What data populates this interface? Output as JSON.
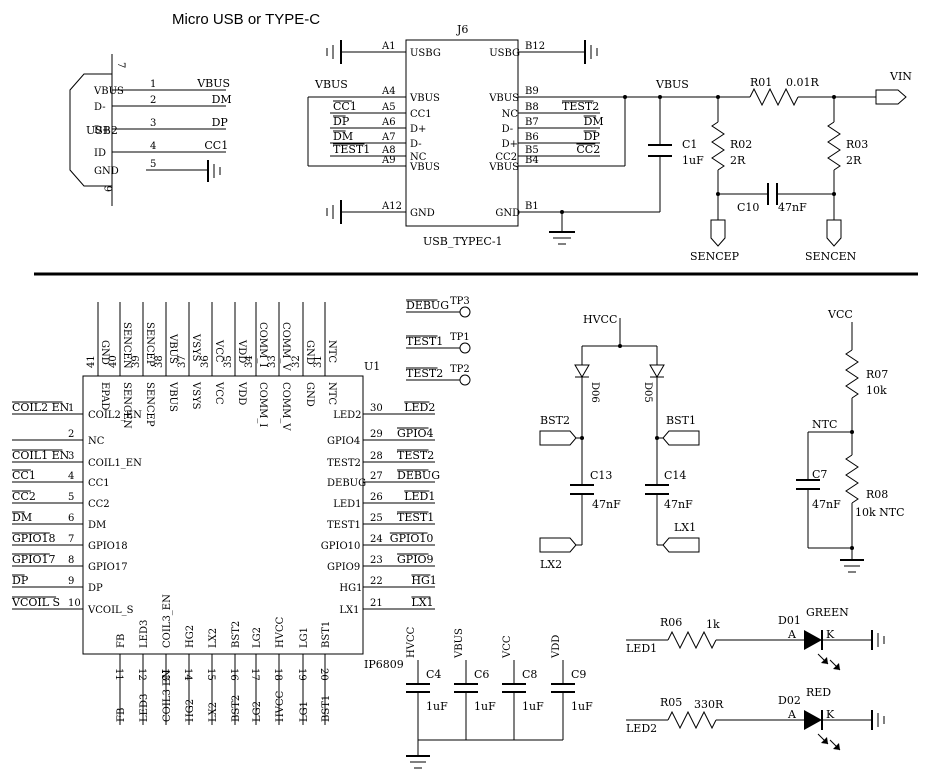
{
  "title": "Micro USB or TYPE-C",
  "usb2": {
    "ref": "USB2",
    "pin7": "7",
    "pin6": "6",
    "pins": [
      {
        "num": "1",
        "name": "VBUS",
        "net": "VBUS"
      },
      {
        "num": "2",
        "name": "D-",
        "net": "DM"
      },
      {
        "num": "3",
        "name": "D+",
        "net": "DP"
      },
      {
        "num": "4",
        "name": "ID",
        "net": "CC1"
      },
      {
        "num": "5",
        "name": "GND",
        "net": ""
      }
    ]
  },
  "j6": {
    "ref": "J6",
    "part": "USB_TYPEC-1",
    "left": [
      {
        "num": "A1",
        "name": "USBG",
        "net": ""
      },
      {
        "num": "A4",
        "name": "VBUS",
        "net": "VBUS"
      },
      {
        "num": "A5",
        "name": "CC1",
        "net": "CC1"
      },
      {
        "num": "A6",
        "name": "D+",
        "net": "DP"
      },
      {
        "num": "A7",
        "name": "D-",
        "net": "DM"
      },
      {
        "num": "A8",
        "name": "NC",
        "net": "TEST1"
      },
      {
        "num": "A9",
        "name": "VBUS",
        "net": ""
      },
      {
        "num": "A12",
        "name": "GND",
        "net": ""
      }
    ],
    "right": [
      {
        "num": "B12",
        "name": "USBG",
        "net": ""
      },
      {
        "num": "B9",
        "name": "VBUS",
        "net": ""
      },
      {
        "num": "B8",
        "name": "NC",
        "net": "TEST2"
      },
      {
        "num": "B7",
        "name": "D-",
        "net": "DM"
      },
      {
        "num": "B6",
        "name": "D+",
        "net": "DP"
      },
      {
        "num": "B5",
        "name": "CC2",
        "net": "CC2"
      },
      {
        "num": "B4",
        "name": "VBUS",
        "net": ""
      },
      {
        "num": "B1",
        "name": "GND",
        "net": ""
      }
    ]
  },
  "sense": {
    "vbus": "VBUS",
    "c1_ref": "C1",
    "c1_val": "1uF",
    "r01_ref": "R01",
    "r01_val": "0.01R",
    "r02_ref": "R02",
    "r02_val": "2R",
    "r03_ref": "R03",
    "r03_val": "2R",
    "c10_ref": "C10",
    "c10_val": "47nF",
    "vin": "VIN",
    "sencep": "SENCEP",
    "sencen": "SENCEN"
  },
  "u1": {
    "ref": "U1",
    "part": "IP6809",
    "top": [
      {
        "num": "41",
        "name": "EPAD",
        "net": "GND"
      },
      {
        "num": "40",
        "name": "SENCEN",
        "net": "SENCEN"
      },
      {
        "num": "39",
        "name": "SENCEP",
        "net": "SENCEP"
      },
      {
        "num": "38",
        "name": "VBUS",
        "net": "VBUS"
      },
      {
        "num": "37",
        "name": "VSYS",
        "net": "VSYS"
      },
      {
        "num": "36",
        "name": "VCC",
        "net": "VCC"
      },
      {
        "num": "35",
        "name": "VDD",
        "net": "VDD"
      },
      {
        "num": "34",
        "name": "COMM_I",
        "net": "COMM_I"
      },
      {
        "num": "33",
        "name": "COMM_V",
        "net": "COMM_V"
      },
      {
        "num": "32",
        "name": "GND",
        "net": "GND"
      },
      {
        "num": "31",
        "name": "NTC",
        "net": "NTC"
      }
    ],
    "left": [
      {
        "num": "1",
        "name": "COIL2_EN",
        "net": "COIL2 EN"
      },
      {
        "num": "2",
        "name": "NC",
        "net": ""
      },
      {
        "num": "3",
        "name": "COIL1_EN",
        "net": "COIL1 EN"
      },
      {
        "num": "4",
        "name": "CC1",
        "net": "CC1"
      },
      {
        "num": "5",
        "name": "CC2",
        "net": "CC2"
      },
      {
        "num": "6",
        "name": "DM",
        "net": "DM"
      },
      {
        "num": "7",
        "name": "GPIO18",
        "net": "GPIO18"
      },
      {
        "num": "8",
        "name": "GPIO17",
        "net": "GPIO17"
      },
      {
        "num": "9",
        "name": "DP",
        "net": "DP"
      },
      {
        "num": "10",
        "name": "VCOIL_S",
        "net": "VCOIL S"
      }
    ],
    "right": [
      {
        "num": "30",
        "name": "LED2",
        "net": "LED2"
      },
      {
        "num": "29",
        "name": "GPIO4",
        "net": "GPIO4"
      },
      {
        "num": "28",
        "name": "TEST2",
        "net": "TEST2"
      },
      {
        "num": "27",
        "name": "DEBUG",
        "net": "DEBUG"
      },
      {
        "num": "26",
        "name": "LED1",
        "net": "LED1"
      },
      {
        "num": "25",
        "name": "TEST1",
        "net": "TEST1"
      },
      {
        "num": "24",
        "name": "GPIO10",
        "net": "GPIO10"
      },
      {
        "num": "23",
        "name": "GPIO9",
        "net": "GPIO9"
      },
      {
        "num": "22",
        "name": "HG1",
        "net": "HG1"
      },
      {
        "num": "21",
        "name": "LX1",
        "net": "LX1"
      }
    ],
    "bottom": [
      {
        "num": "11",
        "name": "FB",
        "net": "FB"
      },
      {
        "num": "12",
        "name": "LED3",
        "net": "LED3"
      },
      {
        "num": "13",
        "name": "COIL3_EN",
        "net": "COIL3 EN"
      },
      {
        "num": "14",
        "name": "HG2",
        "net": "HG2"
      },
      {
        "num": "15",
        "name": "LX2",
        "net": "LX2"
      },
      {
        "num": "16",
        "name": "BST2",
        "net": "BST2"
      },
      {
        "num": "17",
        "name": "LG2",
        "net": "LG2"
      },
      {
        "num": "18",
        "name": "HVCC",
        "net": "HVCC"
      },
      {
        "num": "19",
        "name": "LG1",
        "net": "LG1"
      },
      {
        "num": "20",
        "name": "BST1",
        "net": "BST1"
      }
    ]
  },
  "testpoints": [
    {
      "net": "DEBUG",
      "ref": "TP3"
    },
    {
      "net": "TEST1",
      "ref": "TP1"
    },
    {
      "net": "TEST2",
      "ref": "TP2"
    }
  ],
  "boot": {
    "hvcc": "HVCC",
    "d06": "D06",
    "d05": "D05",
    "bst2": "BST2",
    "bst1": "BST1",
    "c13_ref": "C13",
    "c13_val": "47nF",
    "c14_ref": "C14",
    "c14_val": "47nF",
    "lx2": "LX2",
    "lx1": "LX1"
  },
  "ntc": {
    "vcc": "VCC",
    "r07_ref": "R07",
    "r07_val": "10k",
    "net": "NTC",
    "c7_ref": "C7",
    "c7_val": "47nF",
    "r08_ref": "R08",
    "r08_val": "10k NTC"
  },
  "decoupling": [
    {
      "net": "HVCC",
      "ref": "C4",
      "val": "1uF"
    },
    {
      "net": "VBUS",
      "ref": "C6",
      "val": "1uF"
    },
    {
      "net": "VCC",
      "ref": "C8",
      "val": "1uF"
    },
    {
      "net": "VDD",
      "ref": "C9",
      "val": "1uF"
    }
  ],
  "leds": [
    {
      "net": "LED1",
      "r_ref": "R06",
      "r_val": "1k",
      "d_ref": "D01",
      "color": "GREEN",
      "a": "A",
      "k": "K"
    },
    {
      "net": "LED2",
      "r_ref": "R05",
      "r_val": "330R",
      "d_ref": "D02",
      "color": "RED",
      "a": "A",
      "k": "K"
    }
  ]
}
